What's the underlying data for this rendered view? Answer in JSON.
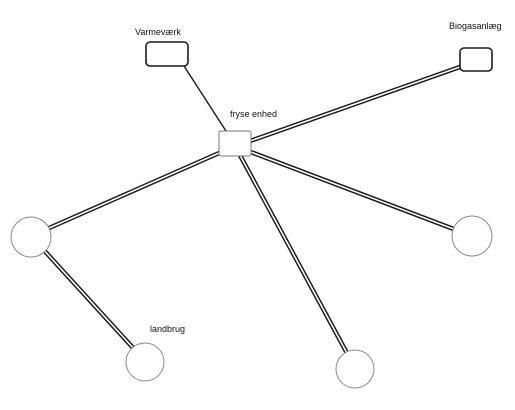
{
  "diagram": {
    "labels": {
      "varmevaerk": "Varmeværk",
      "biogasanlaeg": "Biogasanlæg",
      "fryse_enhed": "fryse enhed",
      "landbrug": "landbrug"
    },
    "colors": {
      "stroke": "#1a1a1a",
      "node_fill": "#ffffff",
      "circle_stroke": "#8a8a8a"
    }
  }
}
